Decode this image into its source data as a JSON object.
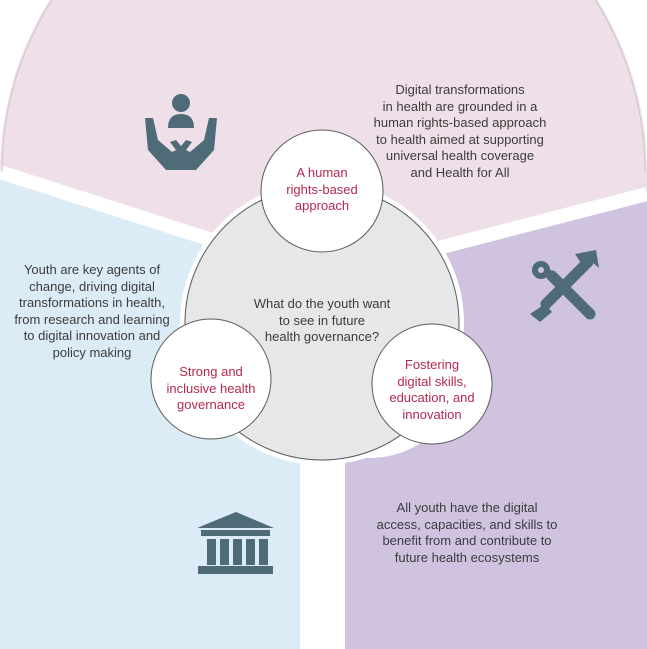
{
  "center": {
    "question": [
      "What do the youth want",
      "to see in future",
      "health governance?"
    ]
  },
  "pillars": {
    "top": [
      "A human",
      "rights-based",
      "approach"
    ],
    "left": [
      "Strong and",
      "inclusive health",
      "governance"
    ],
    "right": [
      "Fostering",
      "digital skills,",
      "education, and",
      "innovation"
    ]
  },
  "segments": {
    "top": [
      "Digital transformations",
      "in health are grounded in a",
      "human rights-based approach",
      "to health aimed at supporting",
      "universal health coverage",
      "and Health for All"
    ],
    "left": [
      "Youth are key agents of",
      "change, driving digital",
      "transformations in health,",
      "from research and learning",
      "to digital innovation and",
      "policy making"
    ],
    "right": [
      "All youth have the digital",
      "access, capacities, and skills to",
      "benefit from and contribute to",
      "future health ecosystems"
    ]
  },
  "icons": {
    "top": "hands-holding-person-icon",
    "right": "tools-wrench-screwdriver-icon",
    "left": "institution-building-icon"
  },
  "colors": {
    "top_segment": "#eedfe8",
    "left_segment": "#dcecf6",
    "right_segment": "#cfc3df",
    "center": "#e5e7e9",
    "icon": "#4f6b78",
    "pillar_text": "#b5294e"
  }
}
